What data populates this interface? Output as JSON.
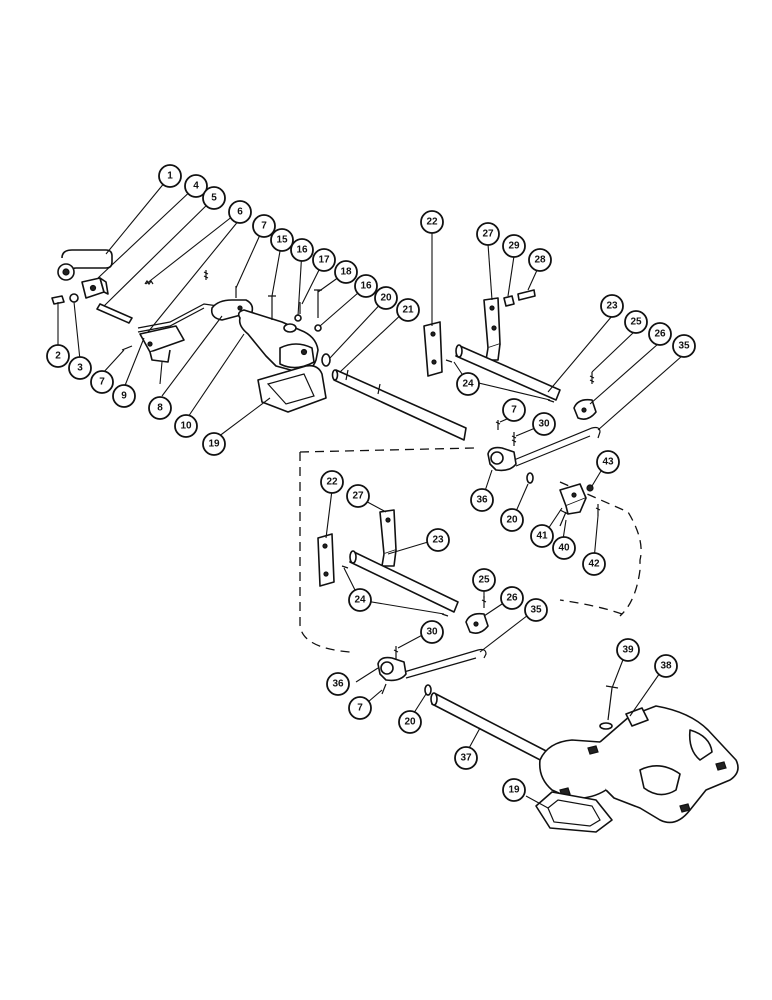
{
  "callouts": [
    {
      "n": "1"
    },
    {
      "n": "4"
    },
    {
      "n": "5"
    },
    {
      "n": "6"
    },
    {
      "n": "7"
    },
    {
      "n": "15"
    },
    {
      "n": "16"
    },
    {
      "n": "17"
    },
    {
      "n": "18"
    },
    {
      "n": "16"
    },
    {
      "n": "20"
    },
    {
      "n": "21"
    },
    {
      "n": "2"
    },
    {
      "n": "3"
    },
    {
      "n": "7"
    },
    {
      "n": "9"
    },
    {
      "n": "8"
    },
    {
      "n": "10"
    },
    {
      "n": "19"
    },
    {
      "n": "22"
    },
    {
      "n": "27"
    },
    {
      "n": "29"
    },
    {
      "n": "28"
    },
    {
      "n": "23"
    },
    {
      "n": "25"
    },
    {
      "n": "26"
    },
    {
      "n": "35"
    },
    {
      "n": "24"
    },
    {
      "n": "7"
    },
    {
      "n": "30"
    },
    {
      "n": "36"
    },
    {
      "n": "20"
    },
    {
      "n": "43"
    },
    {
      "n": "41"
    },
    {
      "n": "40"
    },
    {
      "n": "42"
    },
    {
      "n": "22"
    },
    {
      "n": "27"
    },
    {
      "n": "23"
    },
    {
      "n": "24"
    },
    {
      "n": "25"
    },
    {
      "n": "26"
    },
    {
      "n": "35"
    },
    {
      "n": "30"
    },
    {
      "n": "36"
    },
    {
      "n": "7"
    },
    {
      "n": "20"
    },
    {
      "n": "39"
    },
    {
      "n": "38"
    },
    {
      "n": "37"
    },
    {
      "n": "19"
    }
  ]
}
